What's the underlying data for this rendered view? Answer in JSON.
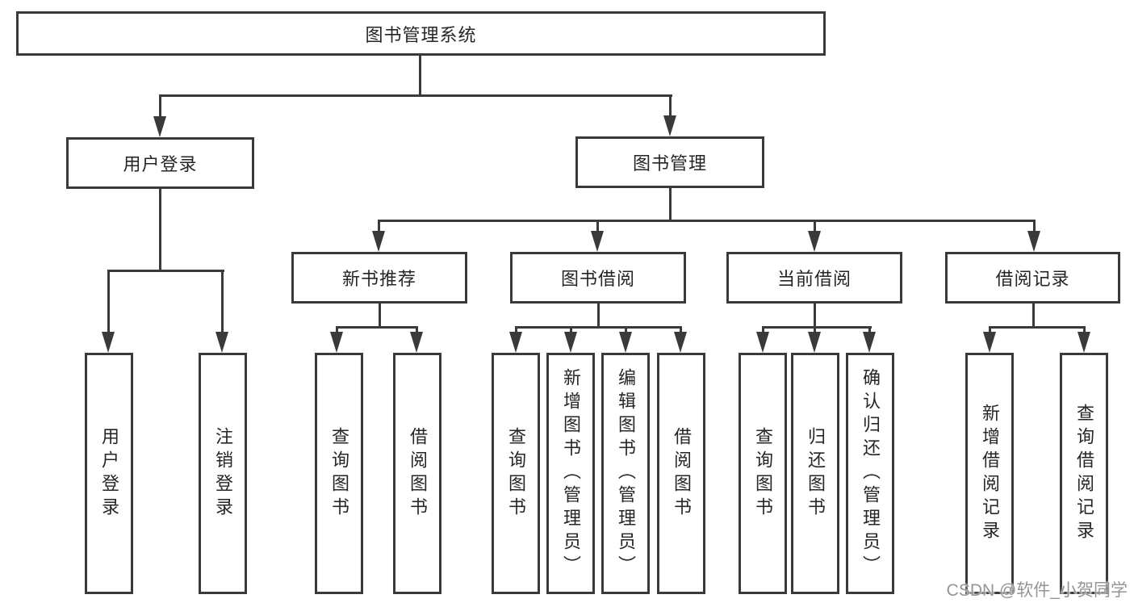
{
  "diagram_title": "图书管理系统",
  "nodes": {
    "root": "图书管理系统",
    "user_login": "用户登录",
    "book_mgmt": "图书管理",
    "new_book_rec": "新书推荐",
    "book_borrow": "图书借阅",
    "current_borrow": "当前借阅",
    "borrow_records": "借阅记录",
    "leaf_user_login": "用户登录",
    "leaf_logout": "注销登录",
    "leaf_rec_query": "查询图书",
    "leaf_rec_borrow": "借阅图书",
    "leaf_bb_query": "查询图书",
    "leaf_bb_add": "新增图书（管理员）",
    "leaf_bb_edit": "编辑图书（管理员）",
    "leaf_bb_borrow": "借阅图书",
    "leaf_cb_query": "查询图书",
    "leaf_cb_return": "归还图书",
    "leaf_cb_confirm": "确认归还（管理员）",
    "leaf_br_add": "新增借阅记录",
    "leaf_br_query": "查询借阅记录"
  },
  "watermark": "CSDN @软件_小贺同学",
  "colors": {
    "line": "#3a3a3a",
    "box_border": "#3a3a3a",
    "box_fill": "#ffffff",
    "text": "#262626",
    "watermark": "#959595",
    "background": "#ffffff"
  }
}
